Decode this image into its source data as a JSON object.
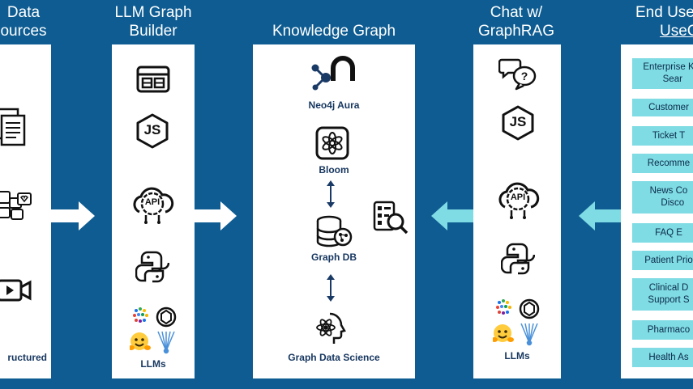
{
  "columns": {
    "data_sources": {
      "title_line1": "Data",
      "title_line2": "ources",
      "bottom_label": "ructured"
    },
    "builder": {
      "title_line1": "LLM Graph",
      "title_line2": "Builder",
      "api_text": "API",
      "js_text": "JS",
      "llms_label": "LLMs"
    },
    "knowledge_graph": {
      "title": "Knowledge Graph",
      "items": {
        "aura": "Neo4j Aura",
        "bloom": "Bloom",
        "graphdb": "Graph DB",
        "gds": "Graph Data Science"
      }
    },
    "chat": {
      "title_line1": "Chat w/",
      "title_line2": "GraphRAG",
      "api_text": "API",
      "js_text": "JS",
      "llms_label": "LLMs"
    },
    "end_user": {
      "title_line1": "End Use",
      "title_line2": "UseC",
      "use_cases": [
        "Enterprise K\n   Sear",
        "Customer",
        "Ticket T",
        "Recomme",
        "News Co\n   Disco",
        "FAQ E",
        "Patient Prio",
        "Clinical D\nSupport S",
        "Pharmaco",
        "Health As"
      ]
    }
  },
  "colors": {
    "background": "#0e5c92",
    "panel": "#ffffff",
    "arrow_white": "#ffffff",
    "arrow_light": "#7fdbe4",
    "usecase_box": "#7fdbe4",
    "label_text": "#16365f"
  }
}
